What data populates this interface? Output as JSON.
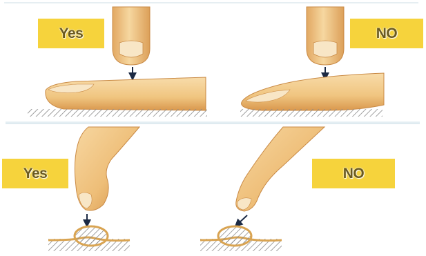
{
  "colors": {
    "label_bg": "#f6d33c",
    "label_text": "#6b5a1e",
    "skin": "#f2cd8e",
    "skin_shadow": "#d99a4e",
    "nail": "#f7e2bd",
    "hatch": "#8a8a8a",
    "arrow": "#1c2a44",
    "divider": "#dbe8ee"
  },
  "panels": [
    {
      "label": "Yes",
      "icon": "finger-pressing-flat-finger"
    },
    {
      "label": "NO",
      "icon": "finger-pressing-flat-finger"
    },
    {
      "label": "Yes",
      "icon": "finger-pressing-round-vessel"
    },
    {
      "label": "NO",
      "icon": "finger-pressing-round-vessel"
    }
  ]
}
